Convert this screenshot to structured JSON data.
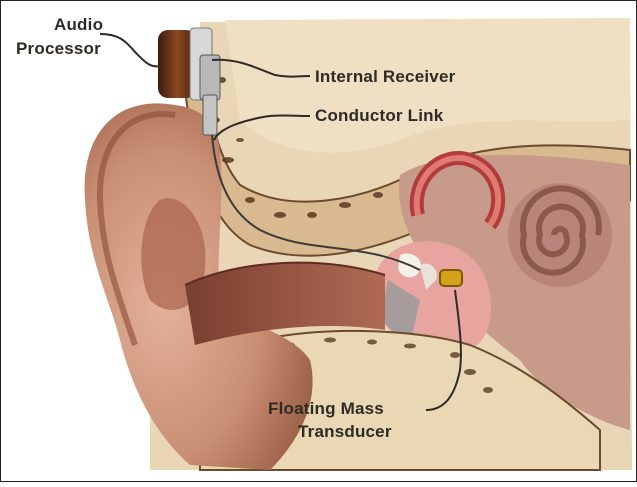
{
  "labels": {
    "audio_processor": [
      "Audio",
      "Processor"
    ],
    "internal_receiver": "Internal Receiver",
    "conductor_link": "Conductor Link",
    "floating_mass_transducer": [
      "Floating Mass",
      "Transducer"
    ]
  }
}
